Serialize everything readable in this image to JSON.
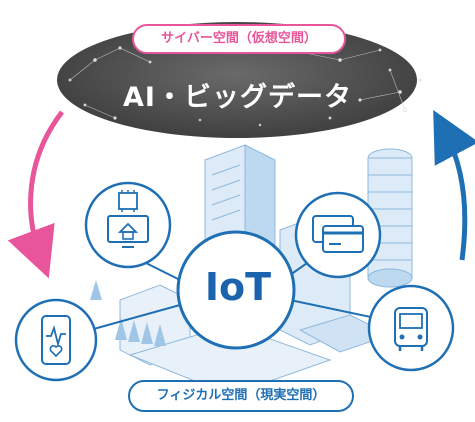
{
  "cyber_space": {
    "label": "サイバー空間（仮想空間）",
    "title": "AI・ビッグデータ",
    "color": "#e9559a"
  },
  "physical_space": {
    "label": "フィジカル空間（現実空間）",
    "color": "#1f6fb5"
  },
  "hub": {
    "label": "IoT"
  },
  "devices": [
    {
      "name": "smart-home-computer-icon"
    },
    {
      "name": "credit-card-icon"
    },
    {
      "name": "smartphone-health-icon"
    },
    {
      "name": "bus-icon"
    }
  ],
  "colors": {
    "cloud": "#4a4a4a",
    "arrow_down": "#e9559a",
    "arrow_up": "#1f6fb5",
    "circle_stroke": "#1f6fb5",
    "city": "#bcd9f0"
  }
}
